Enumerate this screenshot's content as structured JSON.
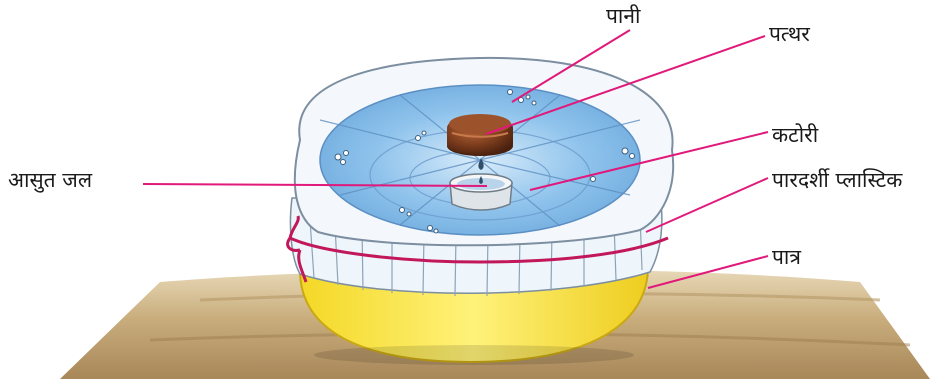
{
  "labels": {
    "pani": "पानी",
    "patthar": "पत्थर",
    "katori": "कटोरी",
    "aasut_jal": "आसुत जल",
    "plastic": "पारदर्शी प्लास्टिक",
    "patra": "पात्र"
  },
  "colors": {
    "label_line": "#e0197a",
    "water": "#8fc3ec",
    "vessel": "#f7ea45",
    "table": "#c9ad7d",
    "stone": "#7a3b1c",
    "string": "#c2185b"
  },
  "icons": [
    "solar-still-illustration"
  ]
}
